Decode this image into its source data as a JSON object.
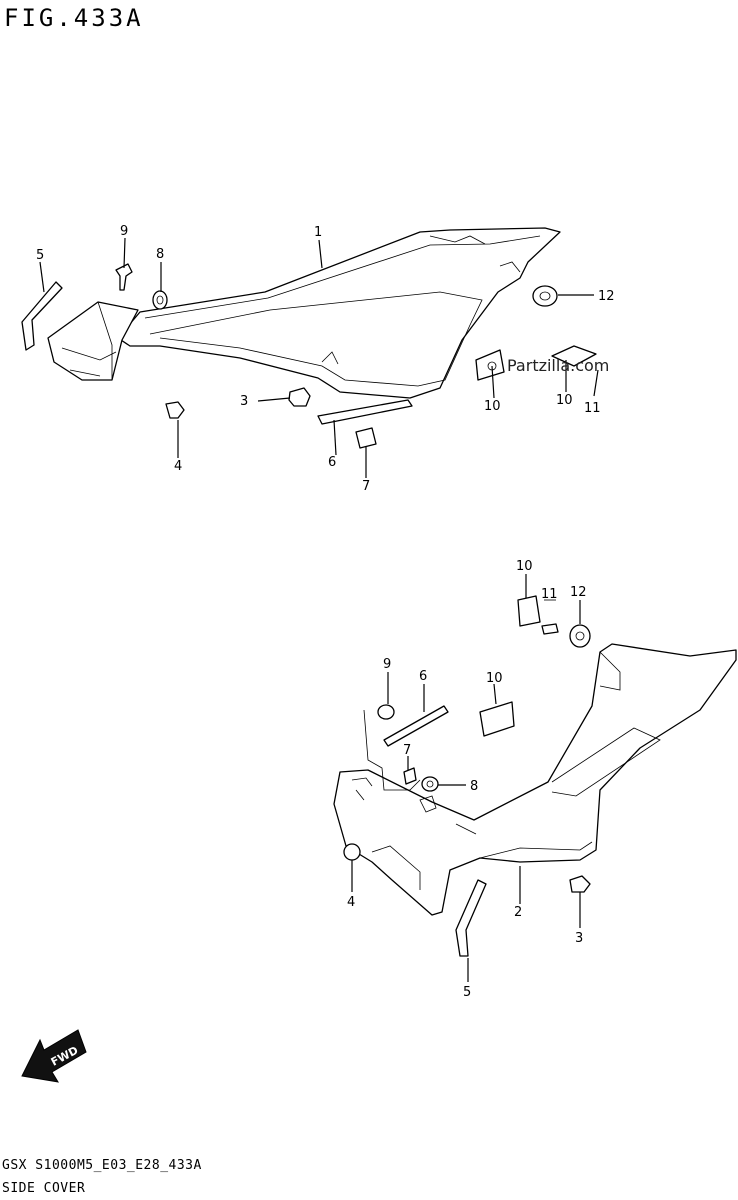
{
  "header": {
    "figure_title": "FIG.433A"
  },
  "watermark": {
    "text": "Partzilla.com"
  },
  "top_view": {
    "callouts": [
      "1",
      "5",
      "9",
      "8",
      "12",
      "3",
      "4",
      "6",
      "7",
      "10",
      "10",
      "11"
    ]
  },
  "bottom_view": {
    "callouts": [
      "10",
      "11",
      "12",
      "9",
      "6",
      "10",
      "7",
      "8",
      "4",
      "2",
      "3",
      "5"
    ]
  },
  "direction_badge": {
    "label": "FWD"
  },
  "footer": {
    "code": "GSX S1000M5_E03_E28_433A",
    "name": "SIDE COVER"
  }
}
